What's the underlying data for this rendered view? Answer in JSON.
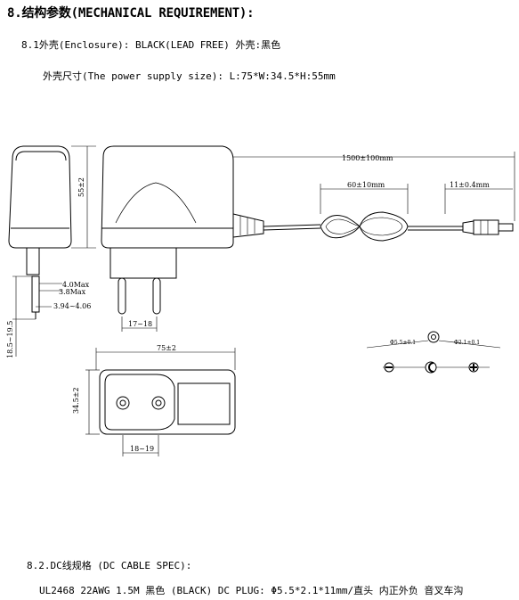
{
  "heading": "8.结构参数(MECHANICAL REQUIREMENT):",
  "enclosure_line": "8.1外壳(Enclosure):  BLACK(LEAD FREE)  外壳:黑色",
  "size_line": "外壳尺寸(The power supply size): L:75*W:34.5*H:55mm",
  "dims": {
    "height": "55±2",
    "pin_a": "4.0Max",
    "pin_b": "3.8Max",
    "pin_c": "3.94~4.06",
    "pin_len": "18.5~19.5",
    "pin_spacing_side": "17~18",
    "cable": "1500±100mm",
    "loop": "60±10mm",
    "plug": "11±0.4mm",
    "length": "75±2",
    "width": "34.5±2",
    "pin_spacing_bottom": "18~19",
    "outer_dia": "Φ5.5±0.1",
    "inner_dia": "Φ2.1±0.1"
  },
  "cable_spec_title": "8.2.DC线规格 (DC CABLE SPEC):",
  "cable_spec_line": "UL2468 22AWG 1.5M 黑色 (BLACK) DC PLUG: Φ5.5*2.1*11mm/直头 内正外负 音叉车沟"
}
